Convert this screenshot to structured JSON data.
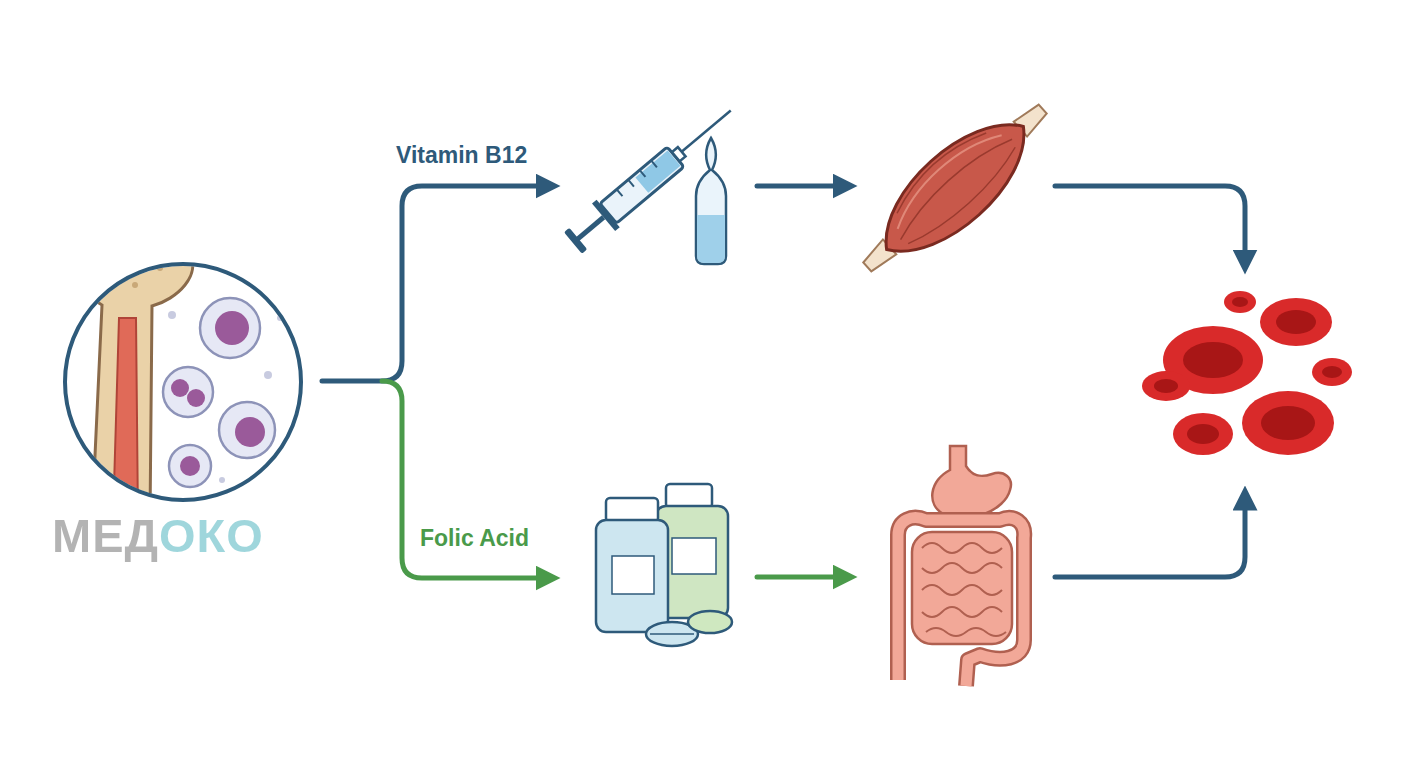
{
  "diagram": {
    "labels": [
      "Vitamin B12",
      "Folic Acid",
      "МЕДОКО"
    ]
  }
}
